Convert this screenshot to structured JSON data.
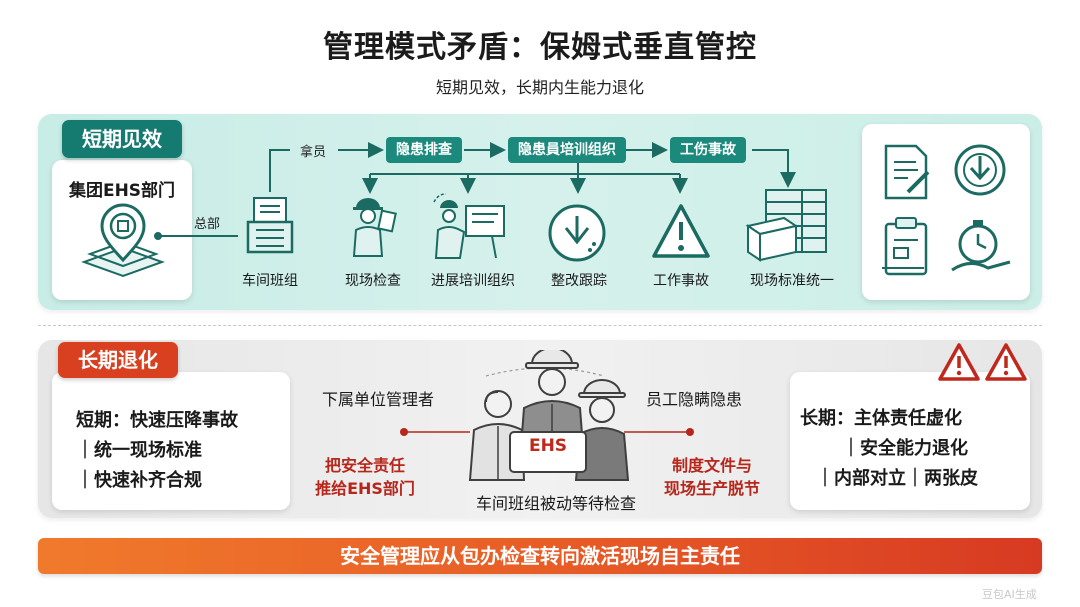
{
  "header": {
    "title": "管理模式矛盾：保姆式垂直管控",
    "subtitle": "短期见效，长期内生能力退化"
  },
  "short_term": {
    "tag": "短期见效",
    "department": "集团EHS部门",
    "edge_label_headquarters": "总部",
    "edge_label_staff": "拿员",
    "steps": [
      "隐患排查",
      "隐患員培训组织",
      "工伤事故"
    ],
    "nodes": [
      "车间班组",
      "现场检查",
      "进展培训组织",
      "整改跟踪",
      "工作事故",
      "现场标准统一"
    ],
    "colors": {
      "accent": "#1b8a7d",
      "panel": "#cdeee8"
    }
  },
  "long_term": {
    "tag": "长期退化",
    "left_card": [
      "短期：快速压降事故",
      "｜统一现场标准",
      "｜快速补齐合规"
    ],
    "subordinate_label": "下属单位管理者",
    "subordinate_red": [
      "把安全责任",
      "推给EHS部门"
    ],
    "employee_label": "员工隐瞒隐患",
    "employee_red": [
      "制度文件与",
      "现场生产脱节"
    ],
    "center_badge": "EHS",
    "center_caption": "车间班组被动等待检查",
    "right_card": [
      "长期：主体责任虚化",
      "｜安全能力退化",
      "｜内部对立｜两张皮"
    ],
    "colors": {
      "accent": "#d8401f",
      "red_text": "#b7261b"
    }
  },
  "banner": "安全管理应从包办检查转向激活现场自主责任",
  "watermark": "豆包AI生成"
}
